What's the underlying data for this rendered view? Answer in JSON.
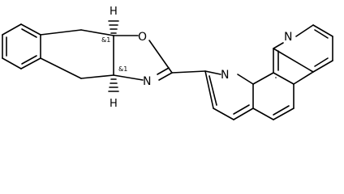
{
  "molecule": {
    "atom_labels": {
      "oxygen": "O",
      "nitrogen_oxazoline": "N",
      "nitrogen_pyridine_1": "N",
      "nitrogen_pyridine_2": "N",
      "hydrogen_top": "H",
      "hydrogen_bottom": "H"
    },
    "stereo_labels": {
      "top": "&1",
      "bottom": "&1"
    }
  }
}
